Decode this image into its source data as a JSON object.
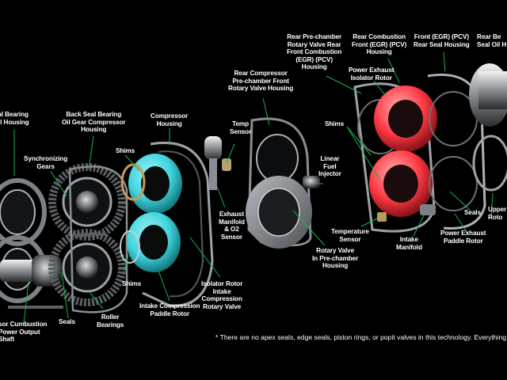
{
  "colors": {
    "background": "#000000",
    "leader_line": "#17b34a",
    "label_text": "#ffffff",
    "compressor_highlight": "#3fd4dc",
    "isolator_highlight": "#ff3a44",
    "metal": "#8e9297"
  },
  "labels": {
    "seal_bearing_oil_housing": "t Seal Bearing\nar Oil Housing",
    "back_seal_bearing": "Back Seal Bearing\nOil Gear Compressor\nHousing",
    "compressor_housing": "Compressor\nHousing",
    "synchronizing_gears": "Synchronizing\nGears",
    "shims_top_left": "Shims",
    "shims_bottom_left": "Shims",
    "seals_bottom": "Seals",
    "roller_bearings": "Roller\nBearings",
    "combustion_power_output_shaft": "sor Cumbustion\nPower Output\nShaft",
    "intake_compression_paddle_rotor": "Intake Compression\nPaddle Rotor",
    "isolator_rotor_intake": "Isolator Rotor\nIntake\nCompression\nRotary Valve",
    "exhaust_manifold_o2_sensor": "Exhaust\nManifold\n& O2\nSensor",
    "temp_sensor": "Temp\nSensor",
    "rear_compressor_prechamber_front": "Rear Compressor\nPre-chamber Front\nRotary Valve Housing",
    "linear_fuel_injector": "Linear\nFuel\nInjector",
    "rotary_valve_prechamber_housing": "Rotary Valve\nIn Pre-chamber\nHousing",
    "rear_prechamber_rotary_valve_rear": "Rear Pre-chamber\nRotary Valve Rear\nFront Combustion\n(EGR) (PCV)\nHousing",
    "rear_combustion_housing": "Rear Combustion\nFront (EGR) (PCV)\nHousing",
    "front_egr_pcv_rear_seal": "Front (EGR) (PCV)\nRear Seal Housing",
    "rear_seal_oil_housing": "Rear Be\nSeal Oil H",
    "power_exhaust_isolator_rotor": "Power Exhaust\nIsolator Rotor",
    "shims_right": "Shims",
    "temperature_sensor": "Temperature\nSensor",
    "intake_manifold": "Intake\nManifold",
    "seals_right": "Seals",
    "power_exhaust_paddle_rotor": "Power Exhaust\nPaddle Rotor",
    "upper_rotor": "Upper\nRoto"
  },
  "footnote": "* There are no apex seals, edge seals, piston rings, or popit valves in this technology. Everything is"
}
